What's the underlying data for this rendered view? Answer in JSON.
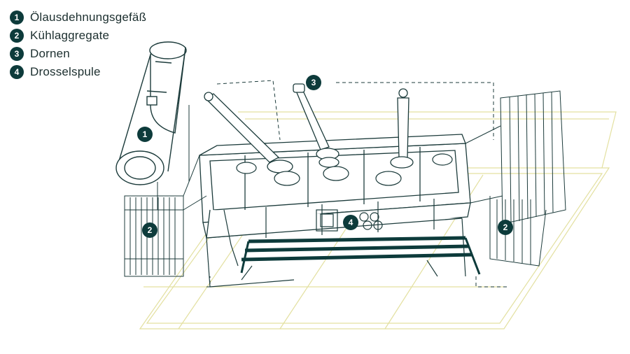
{
  "legend": [
    {
      "number": "1",
      "label": "Ölausdehnungsgefäß"
    },
    {
      "number": "2",
      "label": "Kühlaggregate"
    },
    {
      "number": "3",
      "label": "Dornen"
    },
    {
      "number": "4",
      "label": "Drosselspule"
    }
  ],
  "callouts": {
    "c1": "1",
    "c2_left": "2",
    "c2_right": "2",
    "c3": "3",
    "c4": "4"
  },
  "colors": {
    "line": "#1c3b3b",
    "accent": "#0d3b3b",
    "foundation": "#e8e6a8"
  }
}
